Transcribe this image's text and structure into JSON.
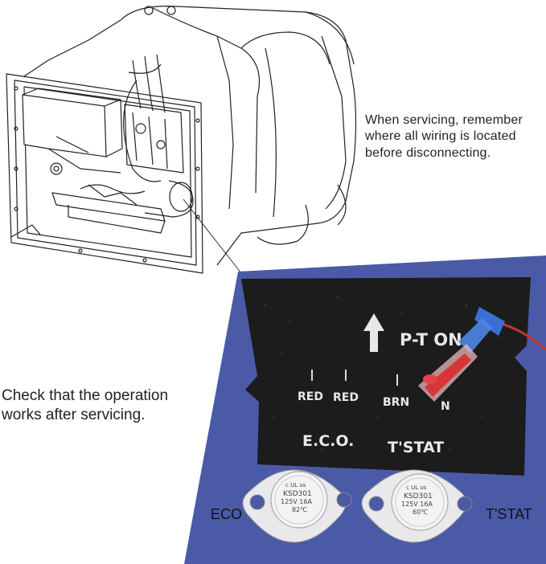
{
  "captions": {
    "top": [
      "When servicing, remember",
      "where all wiring is located",
      "before disconnecting."
    ],
    "left": [
      "Check that the operation",
      "works after servicing."
    ]
  },
  "pad": {
    "arrow_label": "P-T ON",
    "wire_labels": [
      "RED",
      "RED",
      "BRN",
      "N"
    ],
    "group_labels": [
      "E.C.O.",
      "T'STAT"
    ]
  },
  "thermostats": {
    "eco": {
      "label": "ECO",
      "model": "KSD301",
      "rating": "125V 16A",
      "temp": "82℃",
      "mark": "c UL us"
    },
    "tstat": {
      "label": "T'STAT",
      "model": "KSD301",
      "rating": "125V 16A",
      "temp": "60℃",
      "mark": "c UL us"
    }
  },
  "colors": {
    "panel_blue": "#4a5aa6",
    "pad_black": "#1a1a1a",
    "connector_red": "#d9343a",
    "connector_blue": "#3a6fd6"
  }
}
